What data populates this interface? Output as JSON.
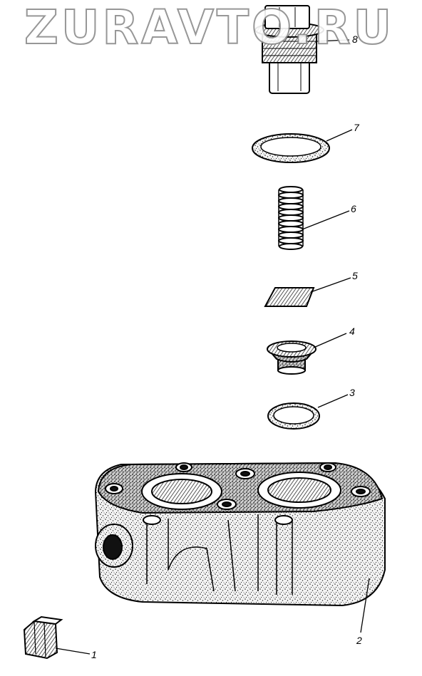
{
  "watermark": {
    "text": "ZURAVTO.RU"
  },
  "parts": [
    {
      "id": "part-1",
      "callout": "1",
      "icon": "plug-icon"
    },
    {
      "id": "part-2",
      "callout": "2",
      "icon": "cylinder-head-icon"
    },
    {
      "id": "part-3",
      "callout": "3",
      "icon": "gasket-ring-icon"
    },
    {
      "id": "part-4",
      "callout": "4",
      "icon": "valve-seat-icon"
    },
    {
      "id": "part-5",
      "callout": "5",
      "icon": "valve-plate-icon"
    },
    {
      "id": "part-6",
      "callout": "6",
      "icon": "spring-icon"
    },
    {
      "id": "part-7",
      "callout": "7",
      "icon": "gasket-ring-icon"
    },
    {
      "id": "part-8",
      "callout": "8",
      "icon": "threaded-plug-icon"
    }
  ],
  "colors": {
    "ink": "#000000",
    "shade": "#3a3a3a",
    "watermark_stroke": "#8c8c8c"
  }
}
